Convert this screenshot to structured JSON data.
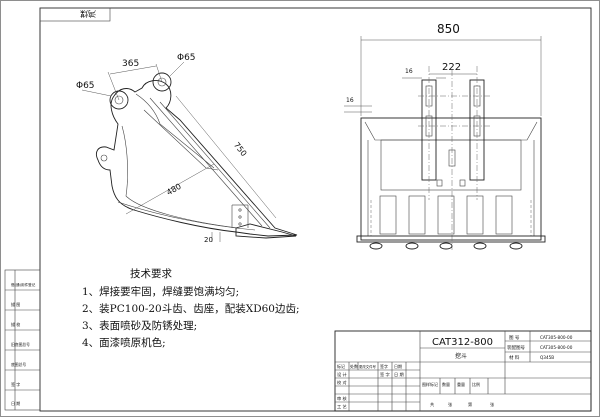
{
  "corner_tab": "鸿煤",
  "side_view": {
    "dim_pin_distance": "365",
    "dim_pin_left": "Φ65",
    "dim_pin_right": "Φ65",
    "dim_depth": "750",
    "dim_opening": "480",
    "dim_tooth": "20"
  },
  "front_view": {
    "dim_width": "850",
    "dim_ear_spacing": "222",
    "dim_ear_thk": "16",
    "dim_plate_thk": "16"
  },
  "requirements": {
    "title": "技术要求",
    "items": [
      "1、焊接要牢固，焊缝要饱满均匀;",
      "2、装PC100-20斗齿、齿座，配装XD60边齿;",
      "3、表面喷砂及防锈处理;",
      "4、面漆喷原机色;"
    ]
  },
  "title_block": {
    "drawing_title": "CAT312-800",
    "part_name": "挖斗",
    "label_drawing_no": "图 号",
    "value_drawing_no": "CAT305-800-00",
    "label_assembly_no": "装配图号",
    "value_assembly_no": "CAT305-800-00",
    "label_material": "材 料",
    "value_material": "Q345B",
    "rev_headers": [
      "标记",
      "处数",
      "更改文件号",
      "签字",
      "日期"
    ],
    "row_labels": [
      "设 计",
      "校 对",
      "审 核",
      "工 艺"
    ],
    "sign_labels": [
      "签 字",
      "日 期"
    ],
    "stage_headers": [
      "图样标记",
      "数量",
      "重量",
      "比例"
    ],
    "sheet_labels": [
      "共",
      "张",
      "第",
      "张"
    ]
  },
  "left_margin": [
    "借(通)用件登记",
    "描 图",
    "描 校",
    "旧底图总号",
    "底图总号",
    "签 字",
    "日 期"
  ]
}
